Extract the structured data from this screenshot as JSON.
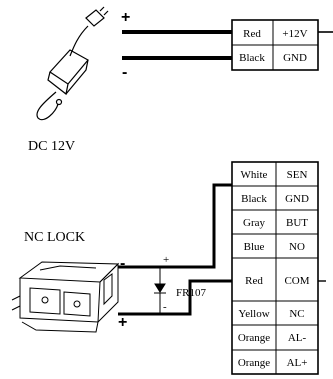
{
  "power": {
    "label": "DC 12V",
    "plus_sign": "+",
    "minus_sign": "-",
    "rows": [
      {
        "color": "Red",
        "terminal": "+12V"
      },
      {
        "color": "Black",
        "terminal": "GND"
      }
    ]
  },
  "lock": {
    "label": "NC LOCK",
    "diode_label": "FR107",
    "minus_sign": "-",
    "plus_sign": "+",
    "diode_plus": "+",
    "diode_minus": "-",
    "rows": [
      {
        "color": "White",
        "terminal": "SEN"
      },
      {
        "color": "Black",
        "terminal": "GND"
      },
      {
        "color": "Gray",
        "terminal": "BUT"
      },
      {
        "color": "Blue",
        "terminal": "NO"
      },
      {
        "color": "Red",
        "terminal": "COM"
      },
      {
        "color": "Yellow",
        "terminal": "NC"
      },
      {
        "color": "Orange",
        "terminal": "AL-"
      },
      {
        "color": "Orange",
        "terminal": "AL+"
      }
    ]
  }
}
